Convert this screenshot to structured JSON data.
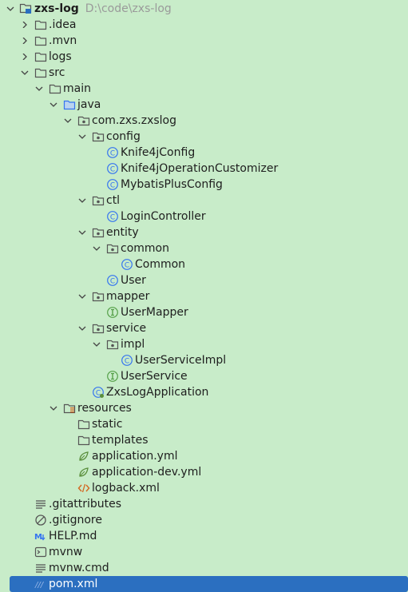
{
  "project": {
    "name": "zxs-log",
    "path": "D:\\code\\zxs-log"
  },
  "items": {
    "idea": ".idea",
    "mvn": ".mvn",
    "logs": "logs",
    "src": "src",
    "main": "main",
    "java": "java",
    "pkg": "com.zxs.zxslog",
    "config": "config",
    "knife4jConfig": "Knife4jConfig",
    "knife4jOp": "Knife4jOperationCustomizer",
    "mybatisPlus": "MybatisPlusConfig",
    "ctl": "ctl",
    "loginController": "LoginController",
    "entity": "entity",
    "common": "common",
    "commonClass": "Common",
    "user": "User",
    "mapper": "mapper",
    "userMapper": "UserMapper",
    "service": "service",
    "impl": "impl",
    "userServiceImpl": "UserServiceImpl",
    "userService": "UserService",
    "app": "ZxsLogApplication",
    "resources": "resources",
    "static": "static",
    "templates": "templates",
    "appYml": "application.yml",
    "appDevYml": "application-dev.yml",
    "logback": "logback.xml",
    "gitattributes": ".gitattributes",
    "gitignore": ".gitignore",
    "help": "HELP.md",
    "mvnw": "mvnw",
    "mvnwCmd": "mvnw.cmd",
    "pom": "pom.xml"
  },
  "colors": {
    "background": "#c8ecc9",
    "selection": "#2b6fc0",
    "classIcon": "#3574f0",
    "interfaceIcon": "#55a048",
    "springLeaf": "#5a8f3c",
    "xmlIcon": "#d4661f"
  },
  "icons": {
    "folder": "folder-icon",
    "package": "package-icon",
    "class": "class-icon",
    "interface": "interface-icon",
    "yaml": "spring-yaml-icon",
    "xml": "xml-icon",
    "text": "text-file-icon",
    "ignore": "ignore-file-icon",
    "markdown": "markdown-icon",
    "shell": "shell-icon",
    "maven": "maven-icon"
  }
}
